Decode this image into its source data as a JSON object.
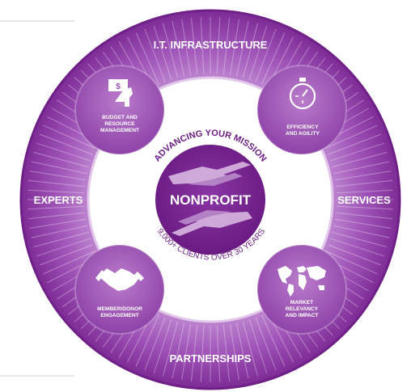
{
  "ring": {
    "top": "I.T. INFRASTRUCTURE",
    "left": "EXPERTS",
    "right": "SERVICES",
    "bottom": "PARTNERSHIPS"
  },
  "nodes": {
    "budget": {
      "lines": [
        "BUDGET AND",
        "RESOURCE",
        "MANAGEMENT"
      ],
      "icon": "money-hand-icon"
    },
    "efficiency": {
      "lines": [
        "EFFICIENCY",
        "AND AGILITY"
      ],
      "icon": "stopwatch-icon"
    },
    "engagement": {
      "lines": [
        "MEMBER/DONOR",
        "ENGAGEMENT"
      ],
      "icon": "handshake-icon"
    },
    "market": {
      "lines": [
        "MARKET",
        "RELEVANCY",
        "AND IMPACT"
      ],
      "icon": "world-map-icon"
    }
  },
  "center": {
    "title": "NONPROFIT",
    "arc_top": "ADVANCING YOUR MISSION",
    "arc_bottom": "9,000+ CLIENTS OVER 30 YEARS",
    "icons": [
      "reaching-hands-top-icon",
      "reaching-hands-bottom-icon"
    ]
  },
  "colors": {
    "ring_outer": "#7a2592",
    "ring_inner": "#b36fc6",
    "node": "#a159b8",
    "center": "#7a2592",
    "text_dark": "#6e1f86"
  }
}
